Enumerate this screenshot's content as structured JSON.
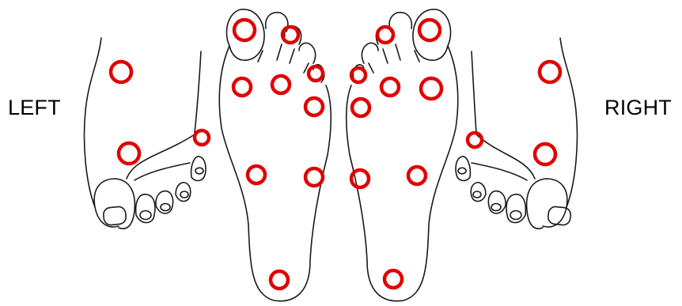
{
  "labels": {
    "left": "LEFT",
    "right": "RIGHT"
  },
  "colors": {
    "outline": "#1a1a1a",
    "marker": "#e00000",
    "background": "#ffffff"
  },
  "marker_style": "red-ring"
}
